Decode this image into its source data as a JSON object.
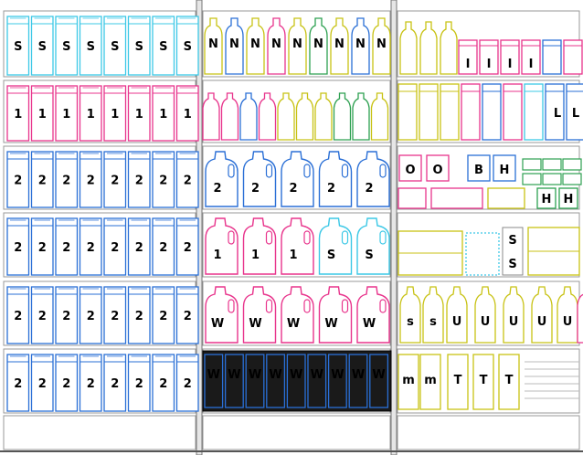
{
  "colors": {
    "cyan": "#3cc8e6",
    "blue": "#2a6fd6",
    "magenta": "#e8348c",
    "yellow": "#c8c214",
    "green": "#2da050",
    "gray": "#888888",
    "black": "#1a1a1a"
  },
  "left_section": {
    "rows": [
      {
        "label": "S",
        "color": "cyan",
        "count": 8
      },
      {
        "label": "1",
        "color": "magenta",
        "count": 8
      },
      {
        "label": "2",
        "color": "blue",
        "count": 8
      },
      {
        "label": "2",
        "color": "blue",
        "count": 8
      },
      {
        "label": "2",
        "color": "blue",
        "count": 8
      },
      {
        "label": "2",
        "color": "blue",
        "count": 8
      }
    ]
  },
  "middle_section": {
    "row1": {
      "label": "N",
      "count": 9,
      "colors": [
        "yellow",
        "blue",
        "yellow",
        "magenta",
        "yellow",
        "green",
        "yellow",
        "blue",
        "yellow"
      ]
    },
    "row2": {
      "count": 10,
      "colors": [
        "magenta",
        "magenta",
        "blue",
        "magenta",
        "yellow",
        "yellow",
        "yellow",
        "green",
        "green",
        "yellow"
      ]
    },
    "row3": {
      "count": 5,
      "labels": [
        "2",
        "2",
        "2",
        "2",
        "2"
      ],
      "color": "blue"
    },
    "row4": {
      "count": 5,
      "labels": [
        "1",
        "1",
        "1",
        "S",
        "S"
      ],
      "colors": [
        "magenta",
        "magenta",
        "magenta",
        "cyan",
        "cyan"
      ]
    },
    "row5": {
      "count": 5,
      "labels": [
        "W",
        "W",
        "W",
        "W",
        "W"
      ],
      "color": "magenta"
    },
    "row6": {
      "count": 9,
      "label": "W",
      "colors": [
        "blue",
        "blue",
        "blue",
        "blue",
        "blue",
        "blue",
        "blue",
        "blue",
        "blue"
      ]
    }
  },
  "right_section": {
    "row1_labels": [
      "I",
      "I",
      "I",
      "I"
    ],
    "row2_labels": [
      "L",
      "L"
    ],
    "row3_labels": [
      "O",
      "O",
      "B",
      "H"
    ],
    "row3b_labels": [
      "H",
      "H"
    ],
    "row4_labels": [
      "S",
      "S"
    ],
    "row5_labels": [
      "s",
      "s",
      "U",
      "U",
      "U",
      "U",
      "U"
    ],
    "row6_labels": [
      "m",
      "m",
      "T",
      "T",
      "T"
    ]
  }
}
